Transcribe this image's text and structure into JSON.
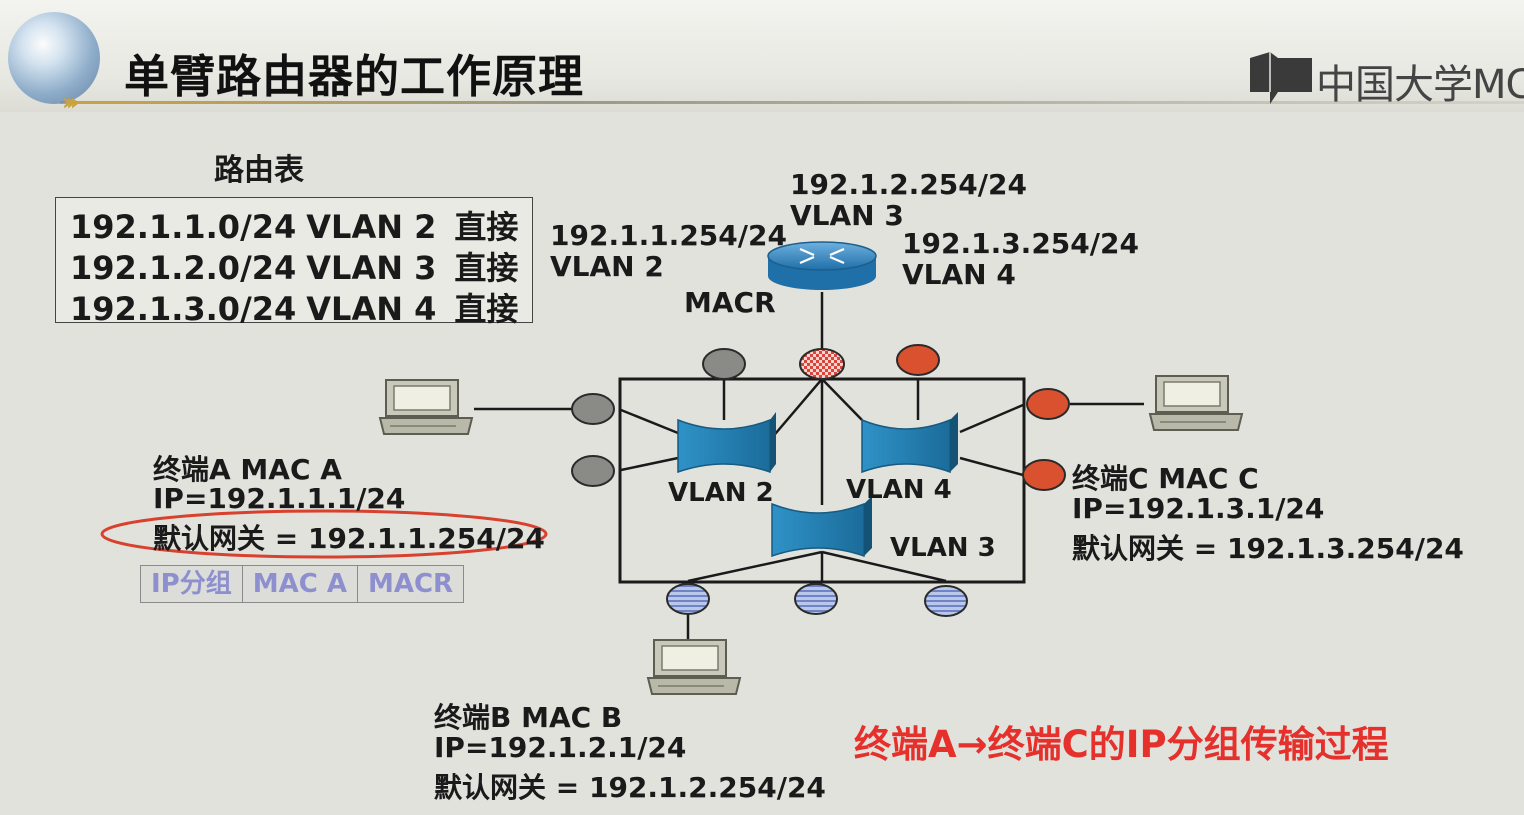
{
  "slide": {
    "title": "单臂路由器的工作原理",
    "logo_text": "中国大学MC"
  },
  "routing_table": {
    "title": "路由表",
    "rows": [
      {
        "network": "192.1.1.0/24",
        "vlan": "VLAN 2",
        "type": "直接"
      },
      {
        "network": "192.1.2.0/24",
        "vlan": "VLAN 3",
        "type": "直接"
      },
      {
        "network": "192.1.3.0/24",
        "vlan": "VLAN 4",
        "type": "直接"
      }
    ]
  },
  "router": {
    "if_vlan2_ip": "192.1.1.254/24",
    "if_vlan2_vlan": "VLAN 2",
    "if_vlan3_ip": "192.1.2.254/24",
    "if_vlan3_vlan": "VLAN 3",
    "if_vlan4_ip": "192.1.3.254/24",
    "if_vlan4_vlan": "VLAN 4",
    "mac": "MACR"
  },
  "switch": {
    "vlans": [
      "VLAN 2",
      "VLAN 4",
      "VLAN 3"
    ]
  },
  "terminals": {
    "a": {
      "name": "终端A  MAC A",
      "ip": "IP=192.1.1.1/24",
      "gateway": "默认网关 = 192.1.1.254/24"
    },
    "b": {
      "name": "终端B  MAC B",
      "ip": "IP=192.1.2.1/24",
      "gateway": "默认网关 = 192.1.2.254/24"
    },
    "c": {
      "name": "终端C  MAC C",
      "ip": "IP=192.1.3.1/24",
      "gateway": "默认网关 = 192.1.3.254/24"
    }
  },
  "packet": {
    "fields": [
      "IP分组",
      "MAC A",
      "MACR"
    ]
  },
  "caption": "终端A→终端C的IP分组传输过程",
  "colors": {
    "vlan2_port": "#8a8a86",
    "vlan4_port": "#d9512e",
    "vlan3_port": "#9fb3df",
    "trunk_port": "#e26a5f",
    "highlight_ellipse": "#d8412e",
    "caption": "#e5302b",
    "packet_text": "#8e8fcf"
  }
}
